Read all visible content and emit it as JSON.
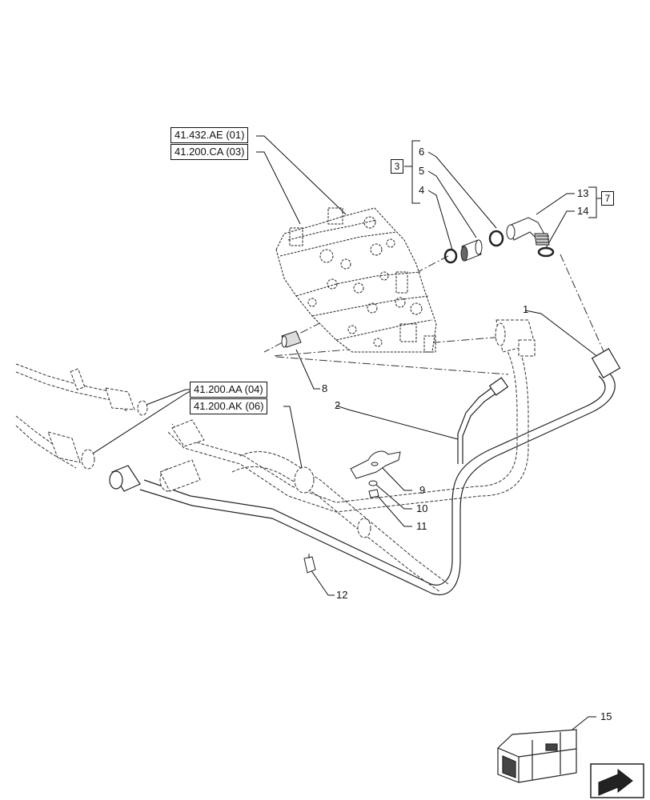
{
  "references": [
    {
      "id": "ref-41-432-ae-01",
      "label": "41.432.AE (01)"
    },
    {
      "id": "ref-41-200-ca-03",
      "label": "41.200.CA (03)"
    },
    {
      "id": "ref-41-200-aa-04",
      "label": "41.200.AA (04)"
    },
    {
      "id": "ref-41-200-ak-06",
      "label": "41.200.AK (06)"
    }
  ],
  "groups": [
    {
      "id": "group-3",
      "label": "3",
      "members": [
        "6",
        "5",
        "4"
      ]
    },
    {
      "id": "group-7",
      "label": "7",
      "members": [
        "13",
        "14"
      ]
    }
  ],
  "callouts": [
    "1",
    "2",
    "4",
    "5",
    "6",
    "8",
    "9",
    "10",
    "11",
    "12",
    "13",
    "14",
    "15"
  ],
  "colors": {
    "line": "#111111",
    "part": "#333333",
    "background": "#ffffff"
  },
  "icons": [
    "kit-crate-icon",
    "next-page-arrow-icon"
  ]
}
